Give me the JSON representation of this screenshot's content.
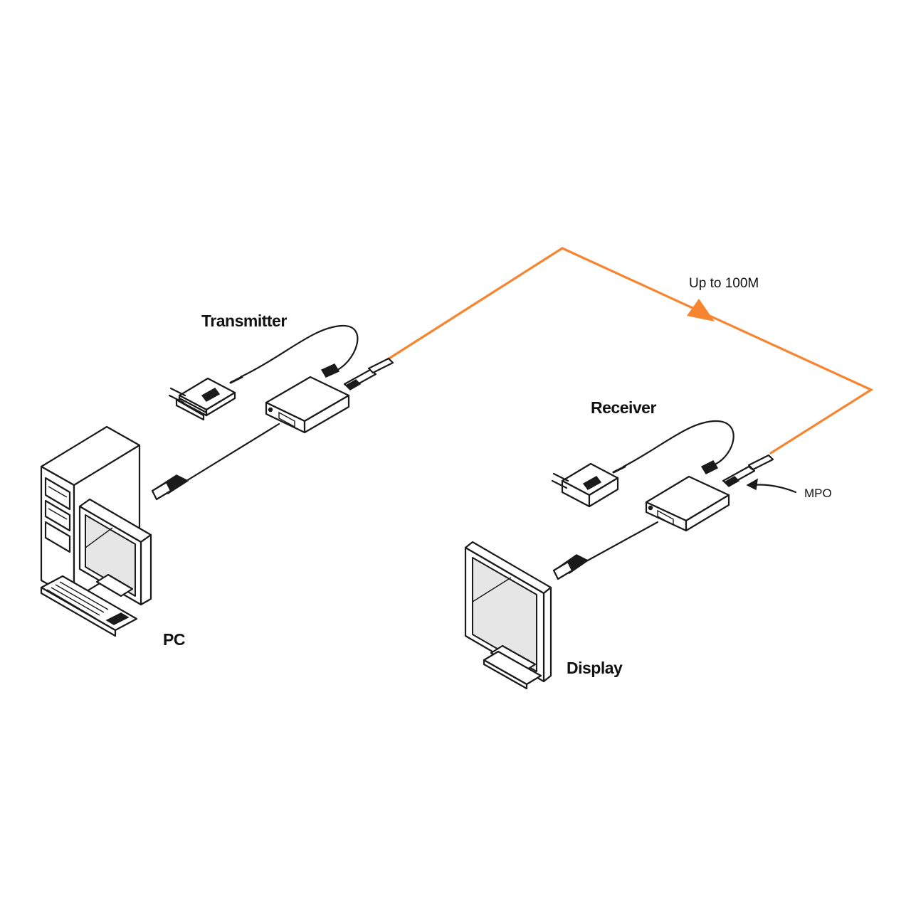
{
  "labels": {
    "transmitter": "Transmitter",
    "receiver": "Receiver",
    "pc": "PC",
    "display": "Display",
    "distance": "Up to 100M",
    "mpo": "MPO"
  },
  "colors": {
    "fiber": "#f7842e",
    "ink": "#1a1a1a",
    "background": "#ffffff"
  }
}
